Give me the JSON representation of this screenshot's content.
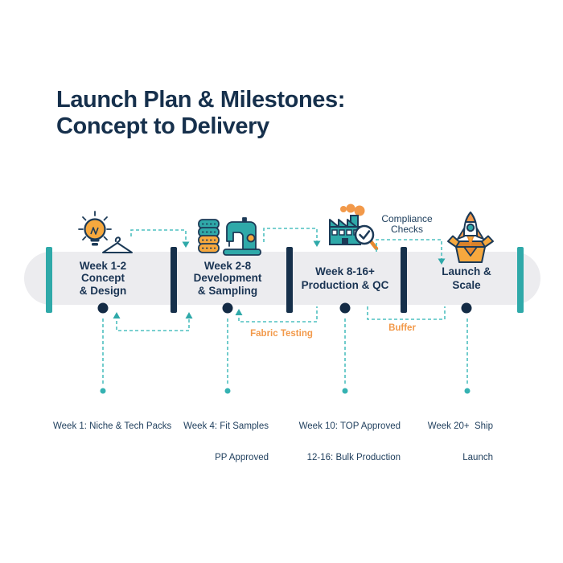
{
  "title": {
    "line1": "Launch Plan & Milestones:",
    "line2": "Concept to Delivery"
  },
  "colors": {
    "navy": "#16304B",
    "teal": "#2FA9A9",
    "teal_dash": "#4EC0C0",
    "orange": "#F2994A",
    "bar_gray": "#ECECEF"
  },
  "timeline": {
    "segments": [
      {
        "icon": "lightbulb-hanger-icon",
        "lines": [
          "Week 1-2",
          "Concept",
          "& Design"
        ]
      },
      {
        "icon": "fabric-sewing-machine-icon",
        "lines": [
          "Week 2-8",
          "Development",
          "& Sampling"
        ]
      },
      {
        "icon": "factory-qc-icon",
        "lines": [
          "Week 8-16+",
          "Production & QC"
        ]
      },
      {
        "icon": "rocket-box-icon",
        "lines": [
          "Launch &",
          "Scale"
        ]
      }
    ]
  },
  "annotations": {
    "compliance_checks": {
      "line1": "Compliance",
      "line2": "Checks"
    },
    "fabric_testing": "Fabric Testing",
    "buffer": "Buffer"
  },
  "milestones": [
    {
      "lines": [
        "Week 1: Niche & Tech Packs",
        ""
      ]
    },
    {
      "lines": [
        "Week 4: Fit Samples",
        "PP Approved"
      ]
    },
    {
      "lines": [
        "Week 10: TOP Approved",
        "12-16: Bulk Production"
      ]
    },
    {
      "lines": [
        "Week 20+  Ship",
        "Launch"
      ]
    }
  ]
}
